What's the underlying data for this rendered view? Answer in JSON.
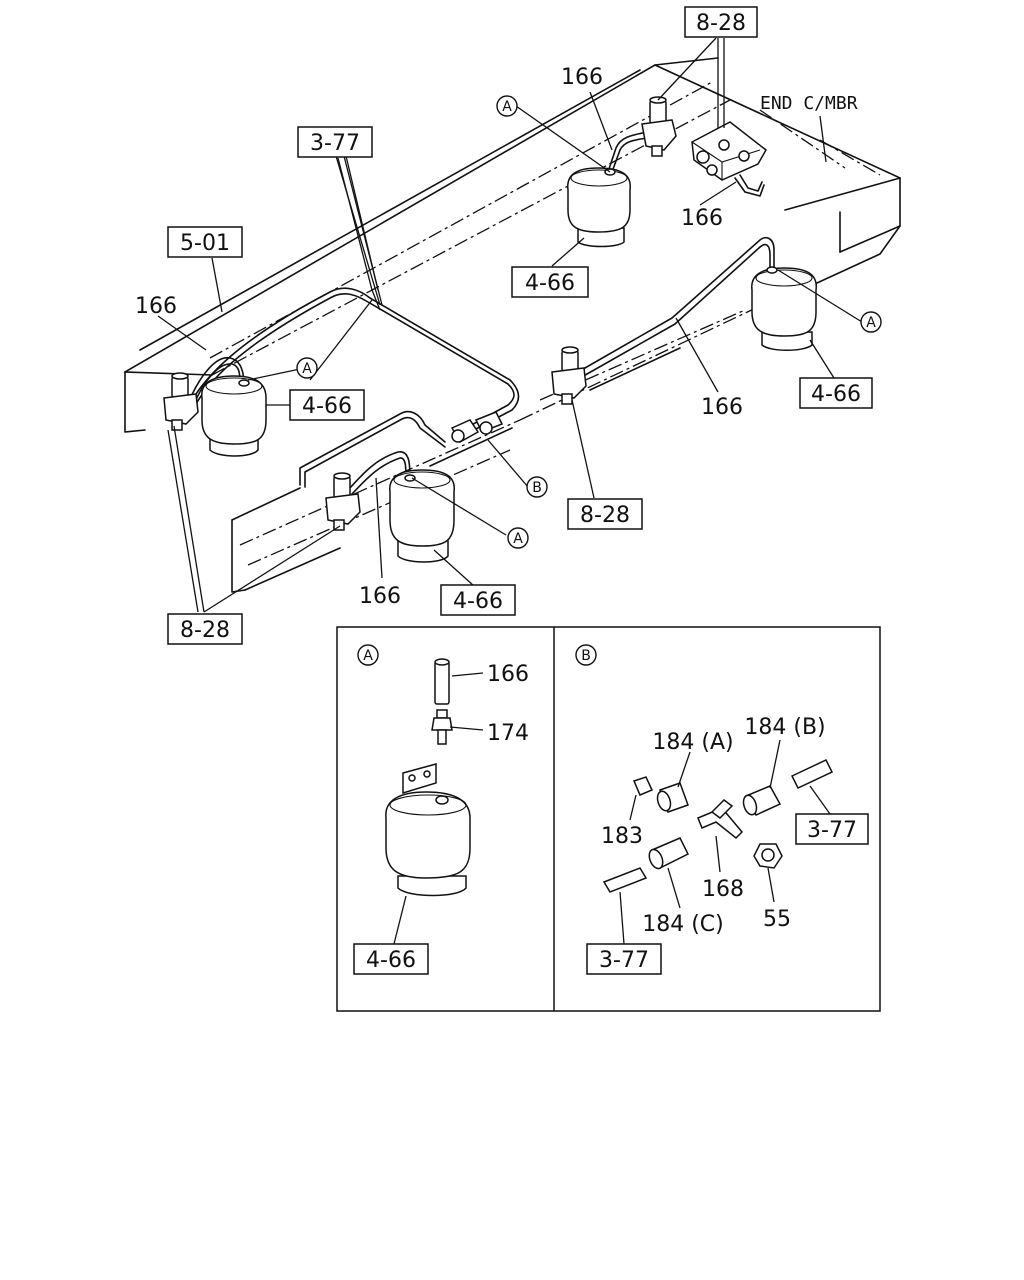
{
  "references": {
    "ref_8_28": "8-28",
    "ref_3_77": "3-77",
    "ref_5_01": "5-01",
    "ref_4_66": "4-66"
  },
  "parts": {
    "p166": "166",
    "p174": "174",
    "p183": "183",
    "p184a": "184 (A)",
    "p184b": "184 (B)",
    "p184c": "184 (C)",
    "p168": "168",
    "p55": "55"
  },
  "notes": {
    "end_cmbr": "END C/MBR"
  },
  "callouts": {
    "a": "A",
    "b": "B"
  }
}
